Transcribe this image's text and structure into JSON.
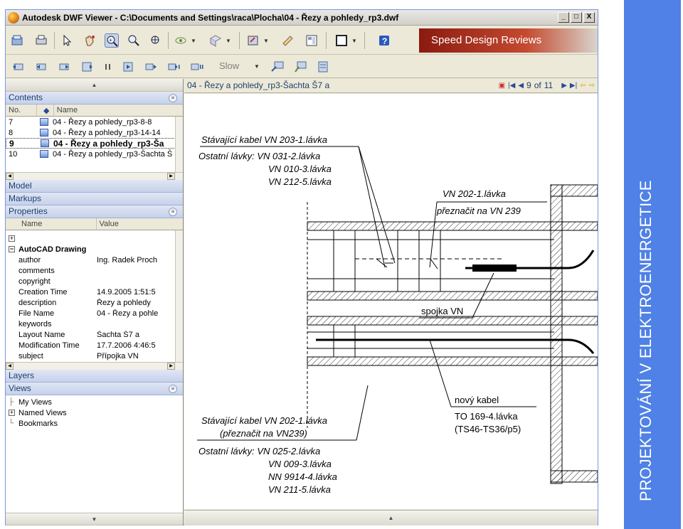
{
  "window": {
    "title": "Autodesk DWF Viewer - C:\\Documents and Settings\\raca\\Plocha\\04 - Řezy a pohledy_rp3.dwf",
    "buttons": {
      "minimize": "_",
      "maximize": "□",
      "close": "X"
    }
  },
  "toolbar": {
    "banner": "Speed Design Reviews",
    "playback_speed": "Slow"
  },
  "contents": {
    "header": "Contents",
    "columns": {
      "no": "No.",
      "name": "Name"
    },
    "items": [
      {
        "no": "7",
        "name": "04 - Řezy a pohledy_rp3-8-8"
      },
      {
        "no": "8",
        "name": "04 - Řezy a pohledy_rp3-14-14"
      },
      {
        "no": "9",
        "name": "04 - Řezy a pohledy_rp3-Ša"
      },
      {
        "no": "10",
        "name": "04 - Řezy a pohledy_rp3-Šachta Š"
      }
    ]
  },
  "sections": {
    "model": "Model",
    "markups": "Markups",
    "properties": "Properties",
    "layers": "Layers",
    "views": "Views"
  },
  "properties": {
    "columns": {
      "name": "Name",
      "value": "Value"
    },
    "group": "AutoCAD Drawing",
    "rows": [
      {
        "key": "author",
        "value": "Ing. Radek Proch"
      },
      {
        "key": "comments",
        "value": ""
      },
      {
        "key": "copyright",
        "value": ""
      },
      {
        "key": "Creation Time",
        "value": "14.9.2005 1:51:5"
      },
      {
        "key": "description",
        "value": "Řezy a pohledy"
      },
      {
        "key": "File Name",
        "value": "04 - Řezy a pohle"
      },
      {
        "key": "keywords",
        "value": ""
      },
      {
        "key": "Layout Name",
        "value": "Šachta Š7 a"
      },
      {
        "key": "Modification Time",
        "value": "17.7.2006 4:46:5"
      },
      {
        "key": "subject",
        "value": "Přípojka VN"
      }
    ]
  },
  "views": {
    "items": [
      "My Views",
      "Named Views",
      "Bookmarks"
    ]
  },
  "viewer": {
    "sheet_title": "04 - Řezy a pohledy_rp3-Šachta Š7 a",
    "page_current": "9",
    "page_of": "of",
    "page_total": "11"
  },
  "drawing": {
    "top_left_1": "Stávající kabel VN 203-1.lávka",
    "top_left_2": "Ostatní lávky: VN 031-2.lávka",
    "top_left_3": "VN 010-3.lávka",
    "top_left_4": "VN 212-5.lávka",
    "mid_1": "VN 202-1.lávka",
    "mid_2": "přeznačit na VN 239",
    "spojka": "spojka VN",
    "novy_1": "nový kabel",
    "novy_2": "TO 169-4.lávka",
    "novy_3": "(TS46-TS36/p5)",
    "bot_1": "Stávající kabel VN 202-1.lávka",
    "bot_2": "(přeznačit na VN239)",
    "bot_3": "Ostatní lávky: VN 025-2.lávka",
    "bot_4": "VN 009-3.lávka",
    "bot_5": "NN 9914-4.lávka",
    "bot_6": "VN 211-5.lávka"
  },
  "sidebar": {
    "text": "PROJEKTOVÁNÍ  V  ELEKTROENERGETICE"
  }
}
